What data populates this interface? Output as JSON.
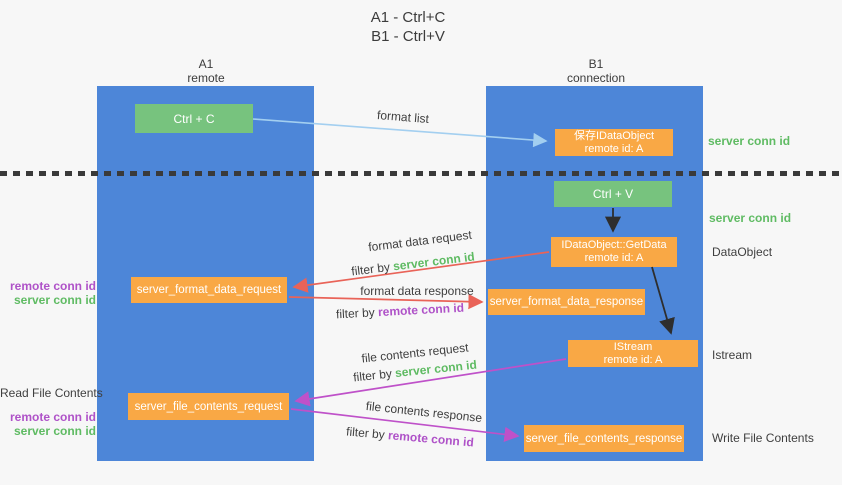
{
  "title": {
    "line1": "A1 - Ctrl+C",
    "line2": "B1 - Ctrl+V"
  },
  "lanes": {
    "left": {
      "name": "A1",
      "role": "remote"
    },
    "right": {
      "name": "B1",
      "role": "connection"
    }
  },
  "nodes": {
    "ctrl_c": {
      "label": "Ctrl + C"
    },
    "ctrl_v": {
      "label": "Ctrl + V"
    },
    "save_dataobject": {
      "line1": "保存IDataObject",
      "line2": "remote id: A"
    },
    "getdata": {
      "line1": "IDataObject::GetData",
      "line2": "remote id: A"
    },
    "istream": {
      "line1": "IStream",
      "line2": "remote id: A"
    },
    "format_request": {
      "label": "server_format_data_request"
    },
    "format_response": {
      "label": "server_format_data_response"
    },
    "file_request": {
      "label": "server_file_contents_request"
    },
    "file_response": {
      "label": "server_file_contents_response"
    }
  },
  "flow_labels": {
    "format_list": "format list",
    "format_data_request": "format data request",
    "format_data_response": "format data response",
    "file_contents_request": "file contents request",
    "file_contents_response": "file contents response",
    "filter_by": "filter by",
    "server_conn_id": "server conn id",
    "remote_conn_id": "remote conn id"
  },
  "annotations": {
    "left_upper": {
      "purple": "remote conn id",
      "green": "server conn id"
    },
    "left_lower": {
      "title": "Read File Contents",
      "purple": "remote conn id",
      "green": "server conn id"
    },
    "right": {
      "conn_top": "server conn id",
      "conn_mid": "server conn id",
      "dataobject": "DataObject",
      "istream": "Istream",
      "write": "Write File Contents"
    }
  },
  "colors": {
    "background": "#f7f7f7",
    "lane_blue": "#4d86d8",
    "box_orange": "#f9a845",
    "box_green": "#77c37e",
    "green_text": "#5fbb63",
    "purple_text": "#af52c8",
    "red_arrow": "#e96358",
    "magenta_arrow": "#bf51c9",
    "light_blue_arrow": "#a3cff0",
    "black_arrow": "#2e2e2e",
    "dark_text": "#3f3f3f"
  }
}
